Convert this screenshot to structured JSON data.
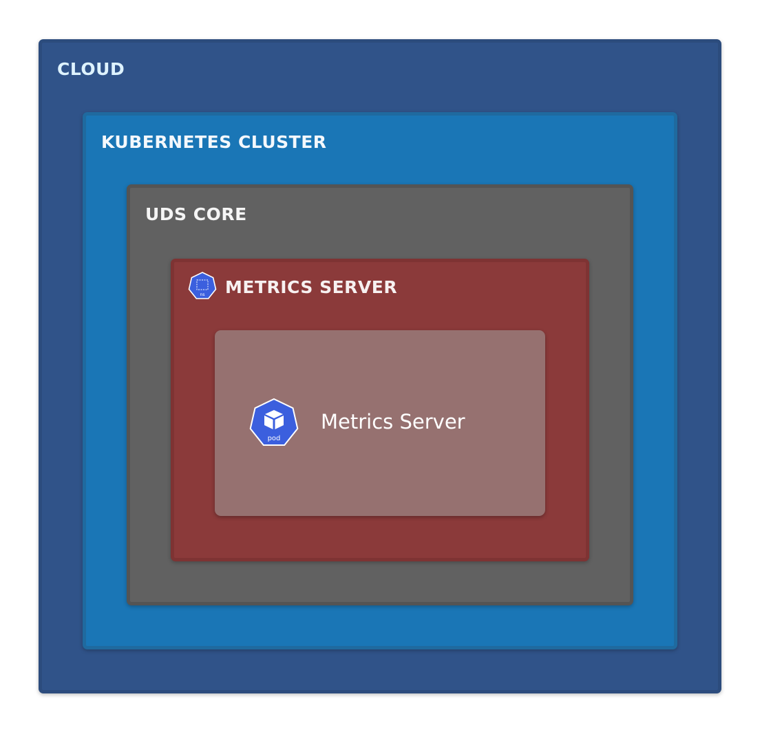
{
  "cloud": {
    "label": "CLOUD"
  },
  "cluster": {
    "label": "KUBERNETES CLUSTER"
  },
  "uds_core": {
    "label": "UDS CORE"
  },
  "namespace": {
    "label": "METRICS SERVER",
    "icon": "namespace-icon",
    "icon_text": "ns"
  },
  "pod": {
    "label": "Metrics Server",
    "icon": "pod-icon",
    "icon_text": "pod"
  },
  "colors": {
    "cloud": "#305389",
    "cluster": "#1a76b6",
    "uds_core": "#616161",
    "namespace": "#8b3a3a",
    "pod_card": "#967170",
    "k8s_icon": "#3b5fde"
  }
}
